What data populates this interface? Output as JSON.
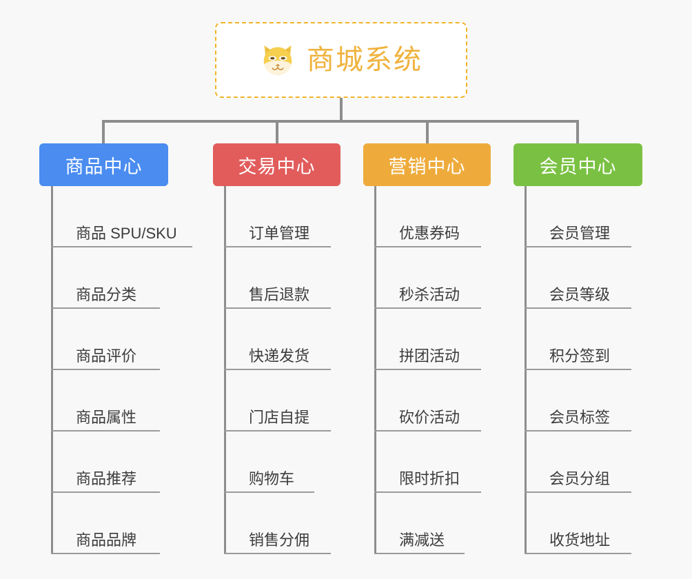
{
  "background_color": "#f8f8f8",
  "root": {
    "title": "商城系统",
    "icon": "shiba-dog-icon",
    "border_color": "#f0b429",
    "text_color": "#efb23c"
  },
  "connector_color": "#8d8d8d",
  "columns": [
    {
      "id": "product-center",
      "label": "商品中心",
      "color": "#4a8cf0",
      "items": [
        "商品 SPU/SKU",
        "商品分类",
        "商品评价",
        "商品属性",
        "商品推荐",
        "商品品牌"
      ]
    },
    {
      "id": "trade-center",
      "label": "交易中心",
      "color": "#e25c5c",
      "items": [
        "订单管理",
        "售后退款",
        "快递发货",
        "门店自提",
        "购物车",
        "销售分佣"
      ]
    },
    {
      "id": "marketing-center",
      "label": "营销中心",
      "color": "#eeab3c",
      "items": [
        "优惠券码",
        "秒杀活动",
        "拼团活动",
        "砍价活动",
        "限时折扣",
        "满减送"
      ]
    },
    {
      "id": "member-center",
      "label": "会员中心",
      "color": "#7ac143",
      "items": [
        "会员管理",
        "会员等级",
        "积分签到",
        "会员标签",
        "会员分组",
        "收货地址"
      ]
    }
  ]
}
